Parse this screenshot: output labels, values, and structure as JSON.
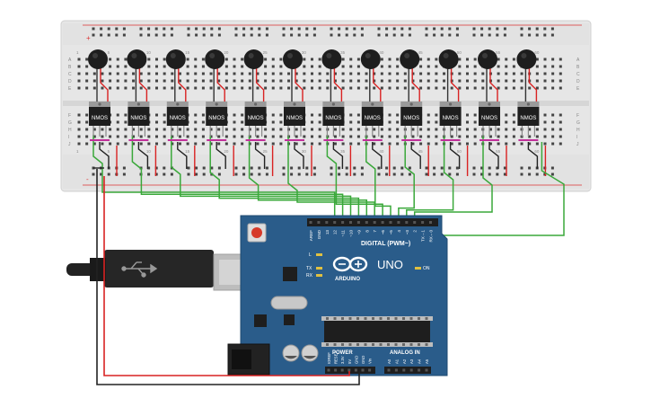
{
  "breadboard": {
    "row_letters_top": [
      "A",
      "B",
      "C",
      "D",
      "E"
    ],
    "row_letters_bottom": [
      "F",
      "G",
      "H",
      "I",
      "J"
    ],
    "column_labels": [
      "1",
      "5",
      "10",
      "15",
      "20",
      "25",
      "30",
      "35",
      "40",
      "45",
      "50",
      "55",
      "60"
    ],
    "rail_plus": "+",
    "rail_minus": "-"
  },
  "modules": {
    "count": 12,
    "transistor_label": "NMOS",
    "motor_name": "vibration-motor"
  },
  "arduino": {
    "brand": "ARDUINO",
    "model": "UNO",
    "digital_header_label": "DIGITAL (PWM~)",
    "digital_pins": [
      "AREF",
      "GND",
      "13",
      "12",
      "~11",
      "~10",
      "~9",
      "8",
      "7",
      "~6",
      "~5",
      "4",
      "~3",
      "2",
      "TX→1",
      "RX←0"
    ],
    "led_labels": [
      "L",
      "TX",
      "RX"
    ],
    "on_label": "ON",
    "power_label": "POWER",
    "power_pins": [
      "IOREF",
      "RESET",
      "3.3V",
      "5V",
      "GND",
      "GND",
      "Vin"
    ],
    "analog_label": "ANALOG IN",
    "analog_pins": [
      "A0",
      "A1",
      "A2",
      "A3",
      "A4",
      "A5"
    ]
  },
  "colors": {
    "board_blue": "#2a5c8a",
    "breadboard": "#e6e6e6",
    "wire_green": "#3aa83a",
    "wire_red": "#d92222",
    "wire_black": "#222222",
    "magenta": "#c0309a"
  }
}
